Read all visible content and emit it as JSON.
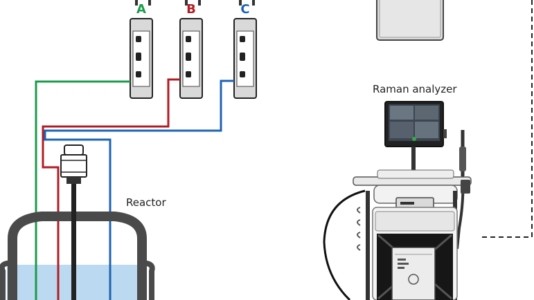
{
  "pumps": [
    {
      "letter": "A",
      "color": "#1a9c4a"
    },
    {
      "letter": "B",
      "color": "#b21d24"
    },
    {
      "letter": "C",
      "color": "#1d63b3"
    }
  ],
  "labels": {
    "reactor": "Reactor",
    "raman": "Raman analyzer"
  },
  "colors": {
    "line_a": "#1a9c4a",
    "line_b": "#b21d24",
    "line_c": "#1d63b3",
    "vessel": "#4a4a4a",
    "liquid": "#bcd9f2",
    "outline": "#1a1a1a"
  },
  "icons": [
    "pump-icon",
    "motor-icon",
    "reactor-vessel-icon",
    "raman-analyzer-cart-icon",
    "computer-box-icon"
  ]
}
